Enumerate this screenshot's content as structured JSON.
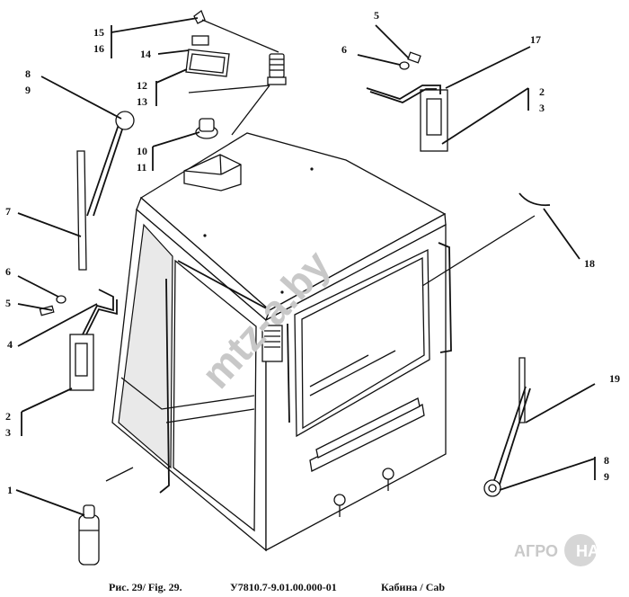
{
  "callouts": {
    "c1": "1",
    "c2_left": "2",
    "c3_left": "3",
    "c4": "4",
    "c5_left": "5",
    "c6_left": "6",
    "c7": "7",
    "c8_top": "8",
    "c9_top": "9",
    "c10": "10",
    "c11": "11",
    "c12": "12",
    "c13": "13",
    "c14": "14",
    "c15": "15",
    "c16": "16",
    "c5_top": "5",
    "c6_top": "6",
    "c17": "17",
    "c2_right": "2",
    "c3_right": "3",
    "c18": "18",
    "c19": "19",
    "c8_bottom": "8",
    "c9_bottom": "9"
  },
  "caption": {
    "figure": "Рис. 29/ Fig. 29.",
    "code": "У7810.7-9.01.00.000-01",
    "title": "Кабина / Cab"
  },
  "watermark": {
    "text": "mtz-a.by",
    "logo_left": "АГРО",
    "logo_right": "НА"
  }
}
